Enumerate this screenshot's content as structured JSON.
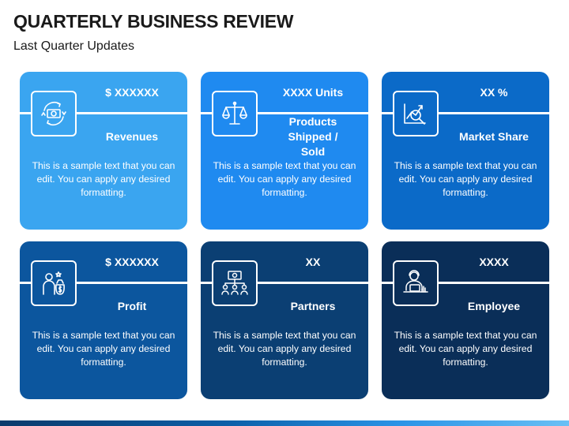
{
  "header": {
    "title": "QUARTERLY BUSINESS REVIEW",
    "subtitle": "Last Quarter Updates"
  },
  "colors": {
    "card_1": "#3aa5f0",
    "card_2": "#1f8af0",
    "card_3": "#0b6ac8",
    "card_4": "#0c569e",
    "card_5": "#0b3f73",
    "card_6": "#0a2e58",
    "bottom_bar": "#0b5fa8"
  },
  "cards": [
    {
      "value": "$ XXXXXX",
      "label": "Revenues",
      "icon": "money-cycle-icon",
      "text": "This is a sample text that you can edit. You can apply any desired formatting."
    },
    {
      "value": "XXXX Units",
      "label": "Products Shipped / Sold",
      "icon": "balance-scale-icon",
      "text": "This is a sample text that you can edit. You can apply any desired formatting."
    },
    {
      "value": "XX %",
      "label": "Market Share",
      "icon": "chart-analysis-icon",
      "text": "This is a sample text that you can edit. You can apply any desired formatting."
    },
    {
      "value": "$ XXXXXX",
      "label": "Profit",
      "icon": "profit-person-icon",
      "text": "This is a sample text that you can edit. You can apply any desired formatting."
    },
    {
      "value": "XX",
      "label": "Partners",
      "icon": "partners-network-icon",
      "text": "This is a sample text that you can edit. You can apply any desired formatting."
    },
    {
      "value": "XXXX",
      "label": "Employee",
      "icon": "employee-laptop-icon",
      "text": "This is a sample text that you can edit. You can apply any desired formatting."
    }
  ]
}
